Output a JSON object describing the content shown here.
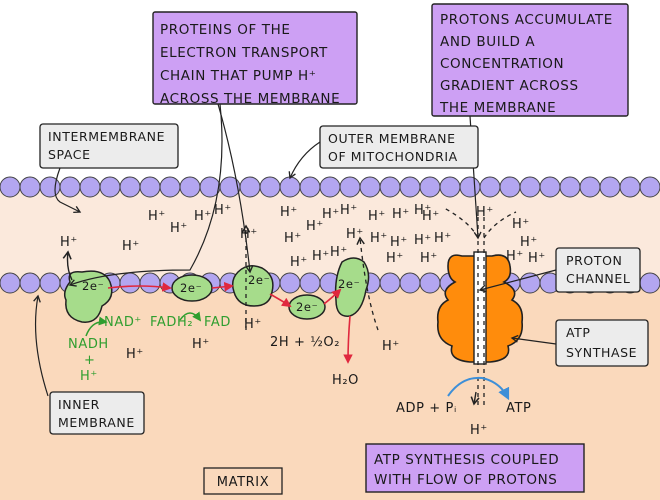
{
  "labels": {
    "pump_callout": [
      "PROTEINS OF THE",
      "ELECTRON TRANSPORT",
      "CHAIN THAT PUMP H⁺",
      "ACROSS THE MEMBRANE"
    ],
    "accumulate_callout": [
      "PROTONS ACCUMULATE",
      "AND BUILD A",
      "CONCENTRATION",
      "GRADIENT ACROSS",
      "THE MEMBRANE"
    ],
    "intermembrane": [
      "INTERMEMBRANE",
      "SPACE"
    ],
    "outer_membrane": [
      "OUTER MEMBRANE",
      "OF MITOCHONDRIA"
    ],
    "proton_channel": [
      "PROTON",
      "CHANNEL"
    ],
    "atp_synthase": [
      "ATP",
      "SYNTHASE"
    ],
    "inner_membrane": [
      "INNER",
      "MEMBRANE"
    ],
    "matrix": "MATRIX",
    "coupled": [
      "ATP SYNTHESIS COUPLED",
      "WITH FLOW OF PROTONS"
    ]
  },
  "species": {
    "h_plus": "H⁺",
    "electron": "2e⁻",
    "nadh": "NADH",
    "nad_plus": "NAD⁺",
    "fadh2": "FADH₂",
    "fad": "FAD",
    "plus": "+",
    "water_reactants": "2H + ½O₂",
    "water": "H₂O",
    "adp_pi": "ADP + Pᵢ",
    "atp": "ATP"
  },
  "colors": {
    "membrane_bead": "#b3a6f0",
    "intermembrane_fill": "#fbe9dc",
    "matrix_fill": "#fad9bc",
    "callout_purple": "#cda0f4",
    "callout_gray": "#ececec",
    "protein_green": "#a6dc8b",
    "atp_synthase_orange": "#ff8c0c",
    "electron_arrow_red": "#e0283e",
    "green_text": "#2f9e2f",
    "flow_arrow_blue": "#3d8fd8"
  }
}
